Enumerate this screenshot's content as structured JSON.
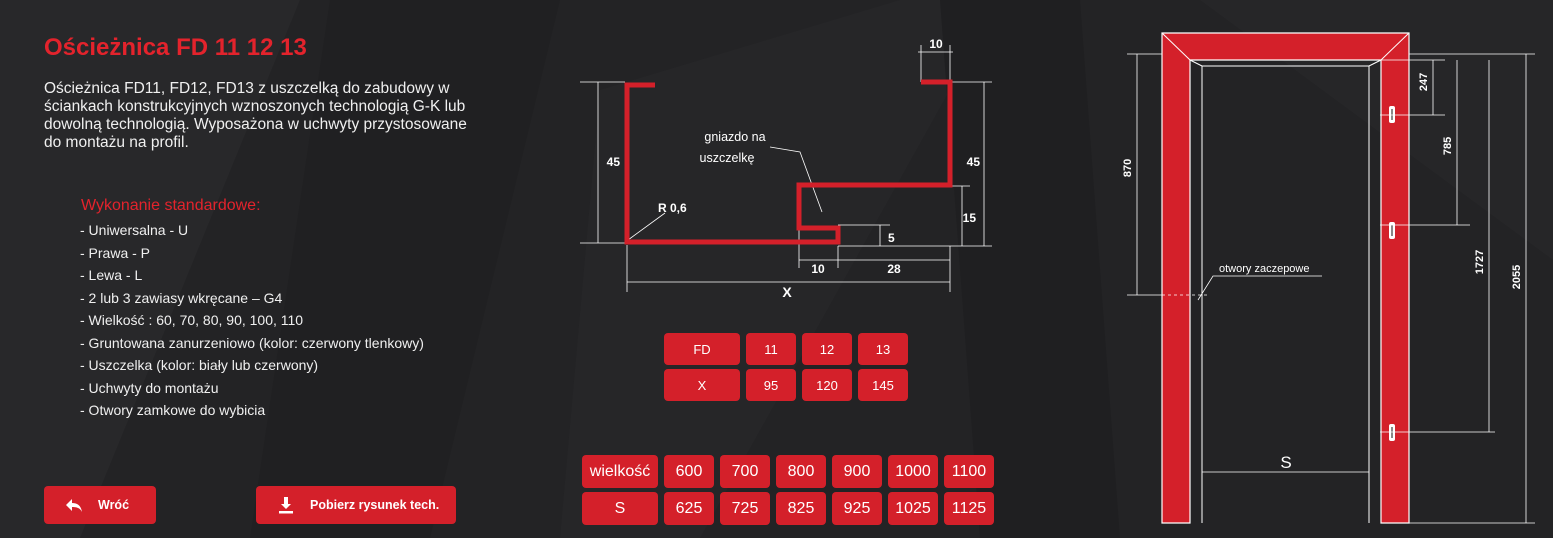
{
  "title": "Ościeżnica FD 11 12 13",
  "description": "Ościeżnica FD11, FD12, FD13 z uszczelką do zabudowy w ściankach konstrukcyjnych wznoszonych technologią G-K lub dowolną technologią. Wyposażona w uchwyty przystosowane do montażu na profil.",
  "standard_heading": "Wykonanie standardowe:",
  "features": [
    "- Uniwersalna - U",
    "- Prawa - P",
    "- Lewa - L",
    "- 2 lub 3 zawiasy wkręcane – G4",
    "- Wielkość : 60, 70, 80, 90, 100, 110",
    "- Gruntowana zanurzeniowo (kolor: czerwony tlenkowy)",
    "- Uszczelka (kolor: biały lub czerwony)",
    "- Uchwyty do montażu",
    "- Otwory zamkowe do wybicia"
  ],
  "buttons": {
    "back": "Wróć",
    "download": "Pobierz rysunek tech."
  },
  "icons": {
    "back": "reply-arrow-icon",
    "download": "download-icon"
  },
  "colors": {
    "accent": "#e3232c",
    "button": "#d4202a",
    "background": "#232325"
  },
  "profile": {
    "dim_top": "10",
    "dim_left_height": "45",
    "dim_right_height": "45",
    "dim_15": "15",
    "dim_5": "5",
    "dim_10": "10",
    "dim_28": "28",
    "dim_x": "X",
    "radius": "R 0,6",
    "seal_label_1": "gniazdo na",
    "seal_label_2": "uszczelkę"
  },
  "fd_table": {
    "rows": [
      {
        "label": "FD",
        "values": [
          "11",
          "12",
          "13"
        ]
      },
      {
        "label": "X",
        "values": [
          "95",
          "120",
          "145"
        ]
      }
    ]
  },
  "size_table": {
    "rows": [
      {
        "label": "wielkość",
        "values": [
          "600",
          "700",
          "800",
          "900",
          "1000",
          "1100"
        ]
      },
      {
        "label": "S",
        "values": [
          "625",
          "725",
          "825",
          "925",
          "1025",
          "1125"
        ]
      }
    ]
  },
  "frame": {
    "dim_870": "870",
    "dim_247": "247",
    "dim_785": "785",
    "dim_1727": "1727",
    "dim_2055": "2055",
    "dim_s": "S",
    "holes_label": "otwory zaczepowe"
  }
}
